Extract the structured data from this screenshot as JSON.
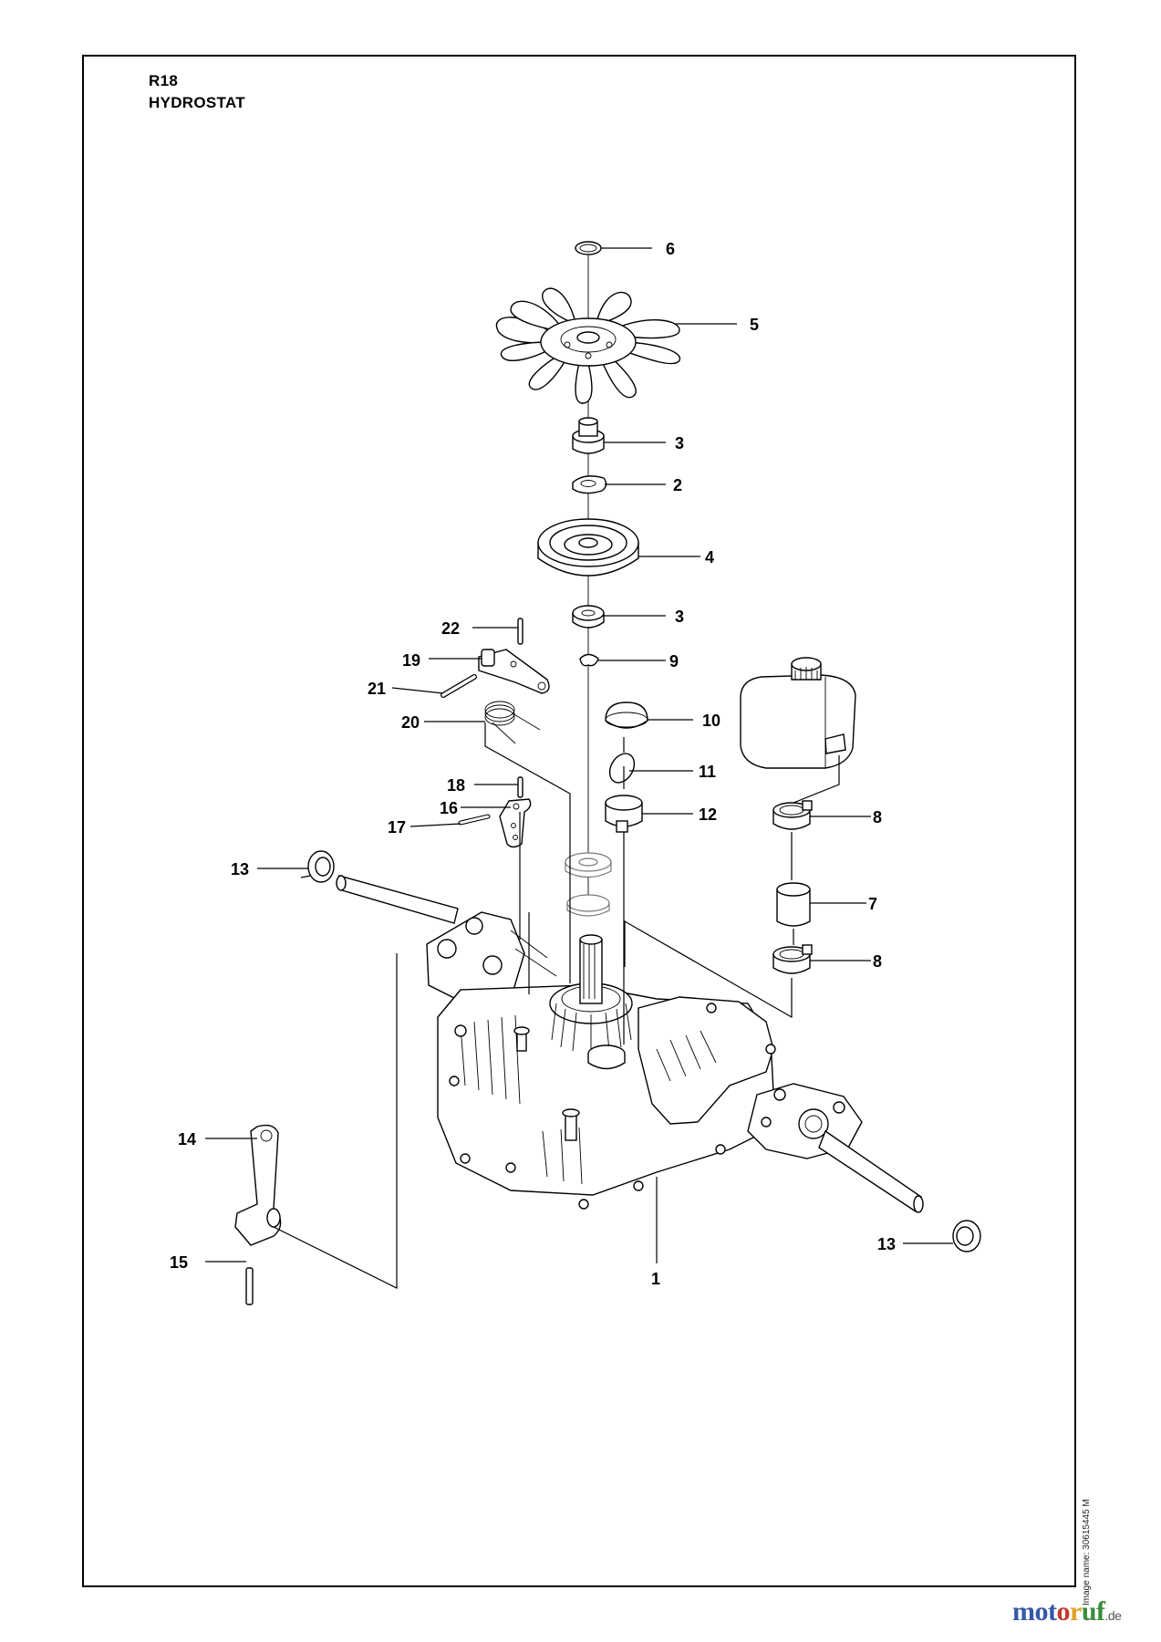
{
  "header": {
    "model": "R18",
    "section": "HYDROSTAT"
  },
  "image_name": "Image name: 30615445 M",
  "brand": {
    "name_part1": "mot",
    "name_part2": "o",
    "name_part3": "r",
    "name_part4": "uf",
    "tld": ".de"
  },
  "callouts": [
    {
      "id": "c6",
      "label": "6"
    },
    {
      "id": "c5",
      "label": "5"
    },
    {
      "id": "c3a",
      "label": "3"
    },
    {
      "id": "c2",
      "label": "2"
    },
    {
      "id": "c4",
      "label": "4"
    },
    {
      "id": "c3b",
      "label": "3"
    },
    {
      "id": "c9",
      "label": "9"
    },
    {
      "id": "c22",
      "label": "22"
    },
    {
      "id": "c19",
      "label": "19"
    },
    {
      "id": "c21",
      "label": "21"
    },
    {
      "id": "c20",
      "label": "20"
    },
    {
      "id": "c10",
      "label": "10"
    },
    {
      "id": "c11",
      "label": "11"
    },
    {
      "id": "c12",
      "label": "12"
    },
    {
      "id": "c18",
      "label": "18"
    },
    {
      "id": "c16",
      "label": "16"
    },
    {
      "id": "c17",
      "label": "17"
    },
    {
      "id": "c13a",
      "label": "13"
    },
    {
      "id": "c8a",
      "label": "8"
    },
    {
      "id": "c7",
      "label": "7"
    },
    {
      "id": "c8b",
      "label": "8"
    },
    {
      "id": "c14",
      "label": "14"
    },
    {
      "id": "c15",
      "label": "15"
    },
    {
      "id": "c1",
      "label": "1"
    },
    {
      "id": "c13b",
      "label": "13"
    }
  ]
}
